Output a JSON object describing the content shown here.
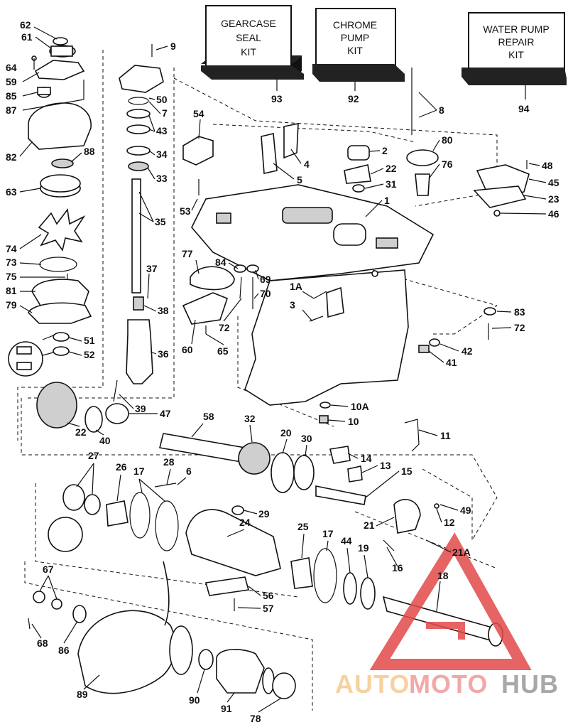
{
  "kits": [
    {
      "id": "gearcase-seal-kit",
      "lines": [
        "GEARCASE",
        "SEAL",
        "KIT"
      ],
      "number": "93"
    },
    {
      "id": "chrome-pump-kit",
      "lines": [
        "CHROME",
        "PUMP",
        "KIT"
      ],
      "number": "92"
    },
    {
      "id": "water-pump-repair-kit",
      "lines": [
        "WATER PUMP",
        "REPAIR",
        "KIT"
      ],
      "number": "94"
    }
  ],
  "part_numbers": {
    "p62": "62",
    "p61": "61",
    "p64": "64",
    "p59": "59",
    "p85": "85",
    "p87": "87",
    "p82": "82",
    "p88": "88",
    "p63": "63",
    "p74": "74",
    "p73": "73",
    "p75": "75",
    "p81": "81",
    "p79": "79",
    "p51": "51",
    "p52": "52",
    "p9": "9",
    "p50": "50",
    "p7": "7",
    "p43": "43",
    "p34": "34",
    "p33": "33",
    "p35": "35",
    "p37": "37",
    "p38": "38",
    "p36": "36",
    "p54": "54",
    "p53": "53",
    "p2": "2",
    "p4": "4",
    "p22a": "22",
    "p5": "5",
    "p31": "31",
    "p1": "1",
    "p8": "8",
    "p80": "80",
    "p76": "76",
    "p48": "48",
    "p45": "45",
    "p23": "23",
    "p46": "46",
    "p77": "77",
    "p84": "84",
    "p69": "69",
    "p70": "70",
    "p72a": "72",
    "p60": "60",
    "p65": "65",
    "p1A": "1A",
    "p3": "3",
    "p83": "83",
    "p72b": "72",
    "p42": "42",
    "p41": "41",
    "p10A": "10A",
    "p10": "10",
    "p39": "39",
    "p47": "47",
    "p22b": "22",
    "p40": "40",
    "p58": "58",
    "p32": "32",
    "p20": "20",
    "p30": "30",
    "p11": "11",
    "p14": "14",
    "p13": "13",
    "p15": "15",
    "p27": "27",
    "p26": "26",
    "p17a": "17",
    "p28": "28",
    "p6": "6",
    "p29": "29",
    "p24": "24",
    "p25": "25",
    "p17b": "17",
    "p44": "44",
    "p19": "19",
    "p21": "21",
    "p12": "12",
    "p49": "49",
    "p21A": "21A",
    "p16": "16",
    "p18": "18",
    "p67": "67",
    "p68": "68",
    "p86": "86",
    "p56": "56",
    "p57": "57",
    "p89": "89",
    "p90": "90",
    "p91": "91",
    "p78": "78"
  },
  "watermark": {
    "part1": "AUTO",
    "part2": "MOTO",
    "part3": "HUB",
    "color_auto": "#f6c98f",
    "color_moto": "#f19a9a",
    "color_hub": "#9a9a9a",
    "triangle_color": "#e24a4a"
  }
}
